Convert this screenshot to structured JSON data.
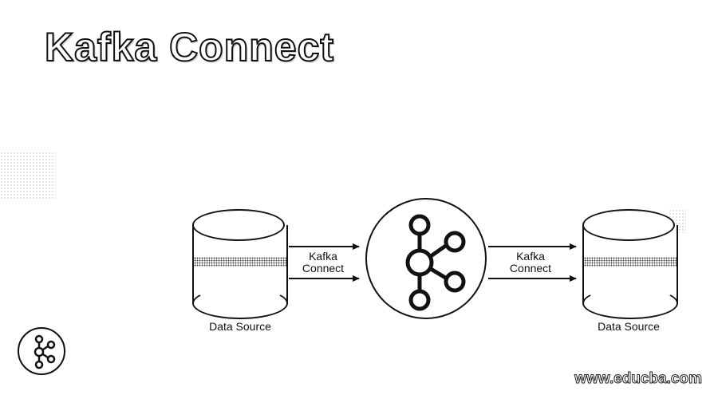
{
  "title": "Kafka Connect",
  "diagram": {
    "left_node_label": "Data Source",
    "right_node_label": "Data Source",
    "left_connector_label_line1": "Kafka",
    "left_connector_label_line2": "Connect",
    "right_connector_label_line1": "Kafka",
    "right_connector_label_line2": "Connect",
    "center_icon": "kafka-icon",
    "node_icon": "database-cylinder-icon"
  },
  "badge_icon": "kafka-icon",
  "watermark": "www.educba.com"
}
